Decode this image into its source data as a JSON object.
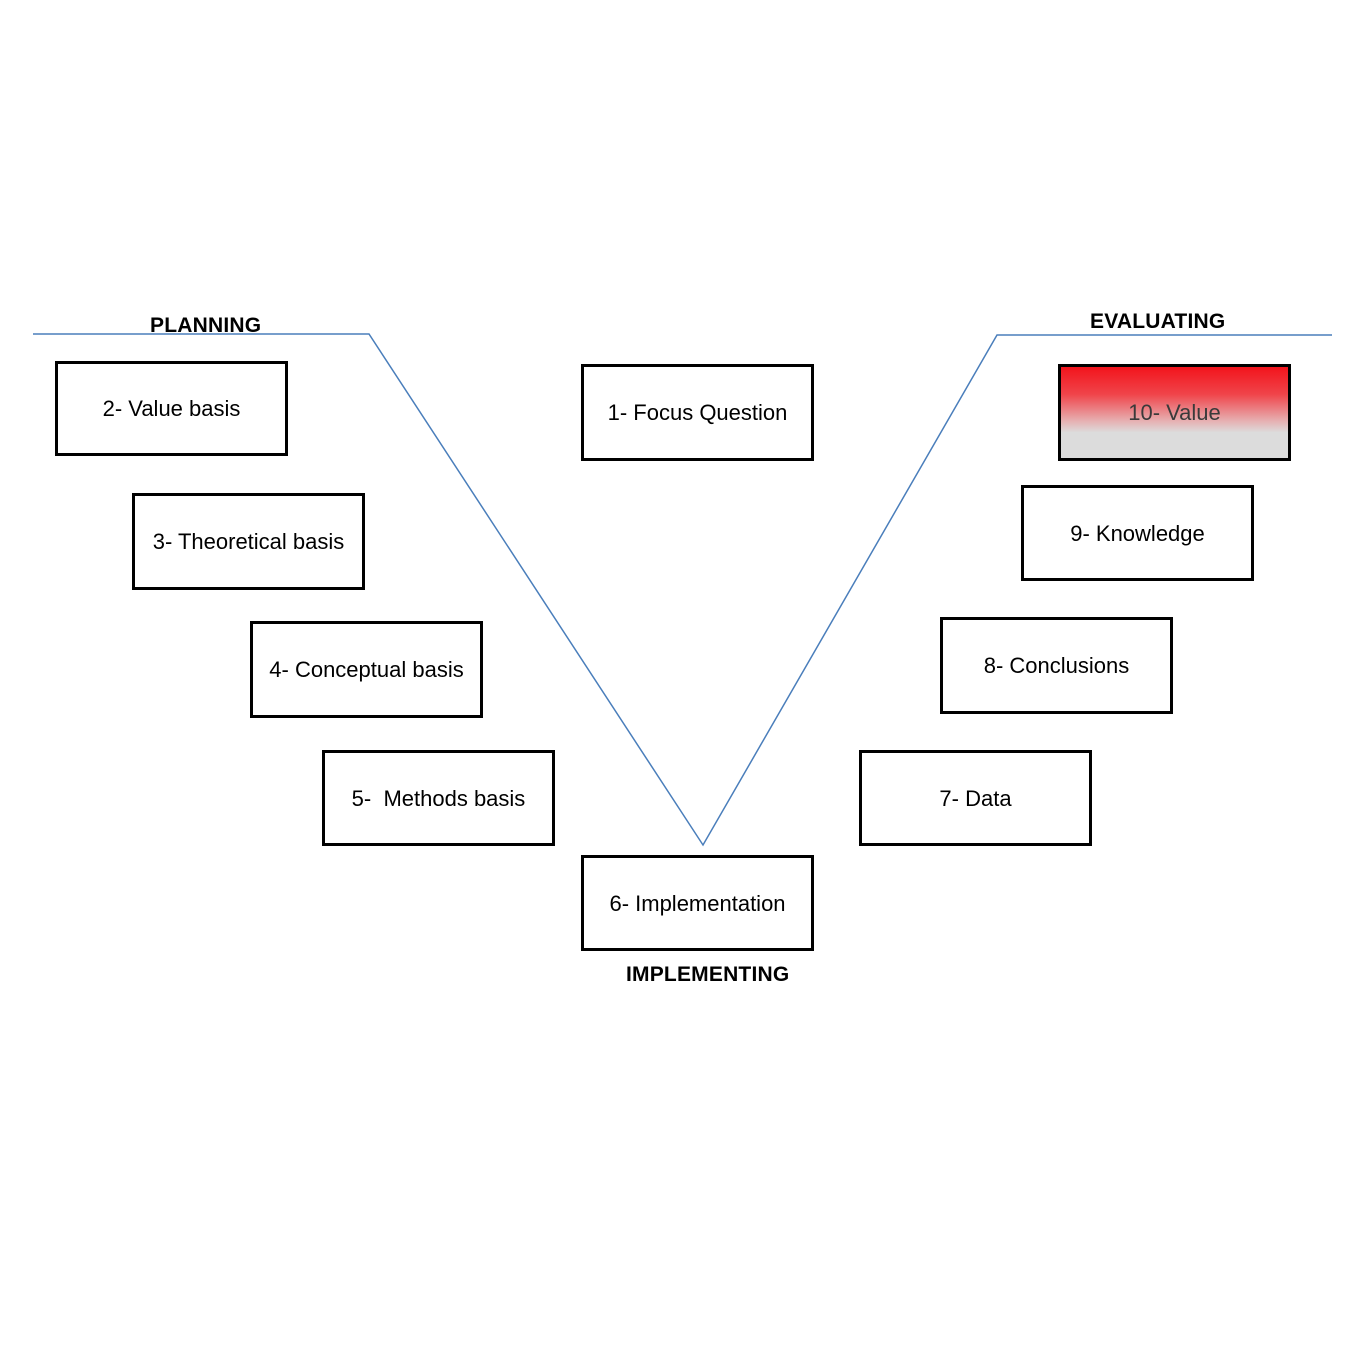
{
  "headings": {
    "planning": "PLANNING",
    "evaluating": "EVALUATING",
    "implementing": "IMPLEMENTING"
  },
  "steps": {
    "s1": "1- Focus Question",
    "s2": "2- Value basis",
    "s3": "3- Theoretical basis",
    "s4": "4- Conceptual basis",
    "s5": "5-  Methods basis",
    "s6": "6- Implementation",
    "s7": "7- Data",
    "s8": "8- Conclusions",
    "s9": "9- Knowledge",
    "s10": "10- Value"
  },
  "colors": {
    "vee_line": "#4a7ebb",
    "highlight_top": "#f2141c",
    "highlight_bottom": "#dcdcdc",
    "box_border": "#000000"
  }
}
